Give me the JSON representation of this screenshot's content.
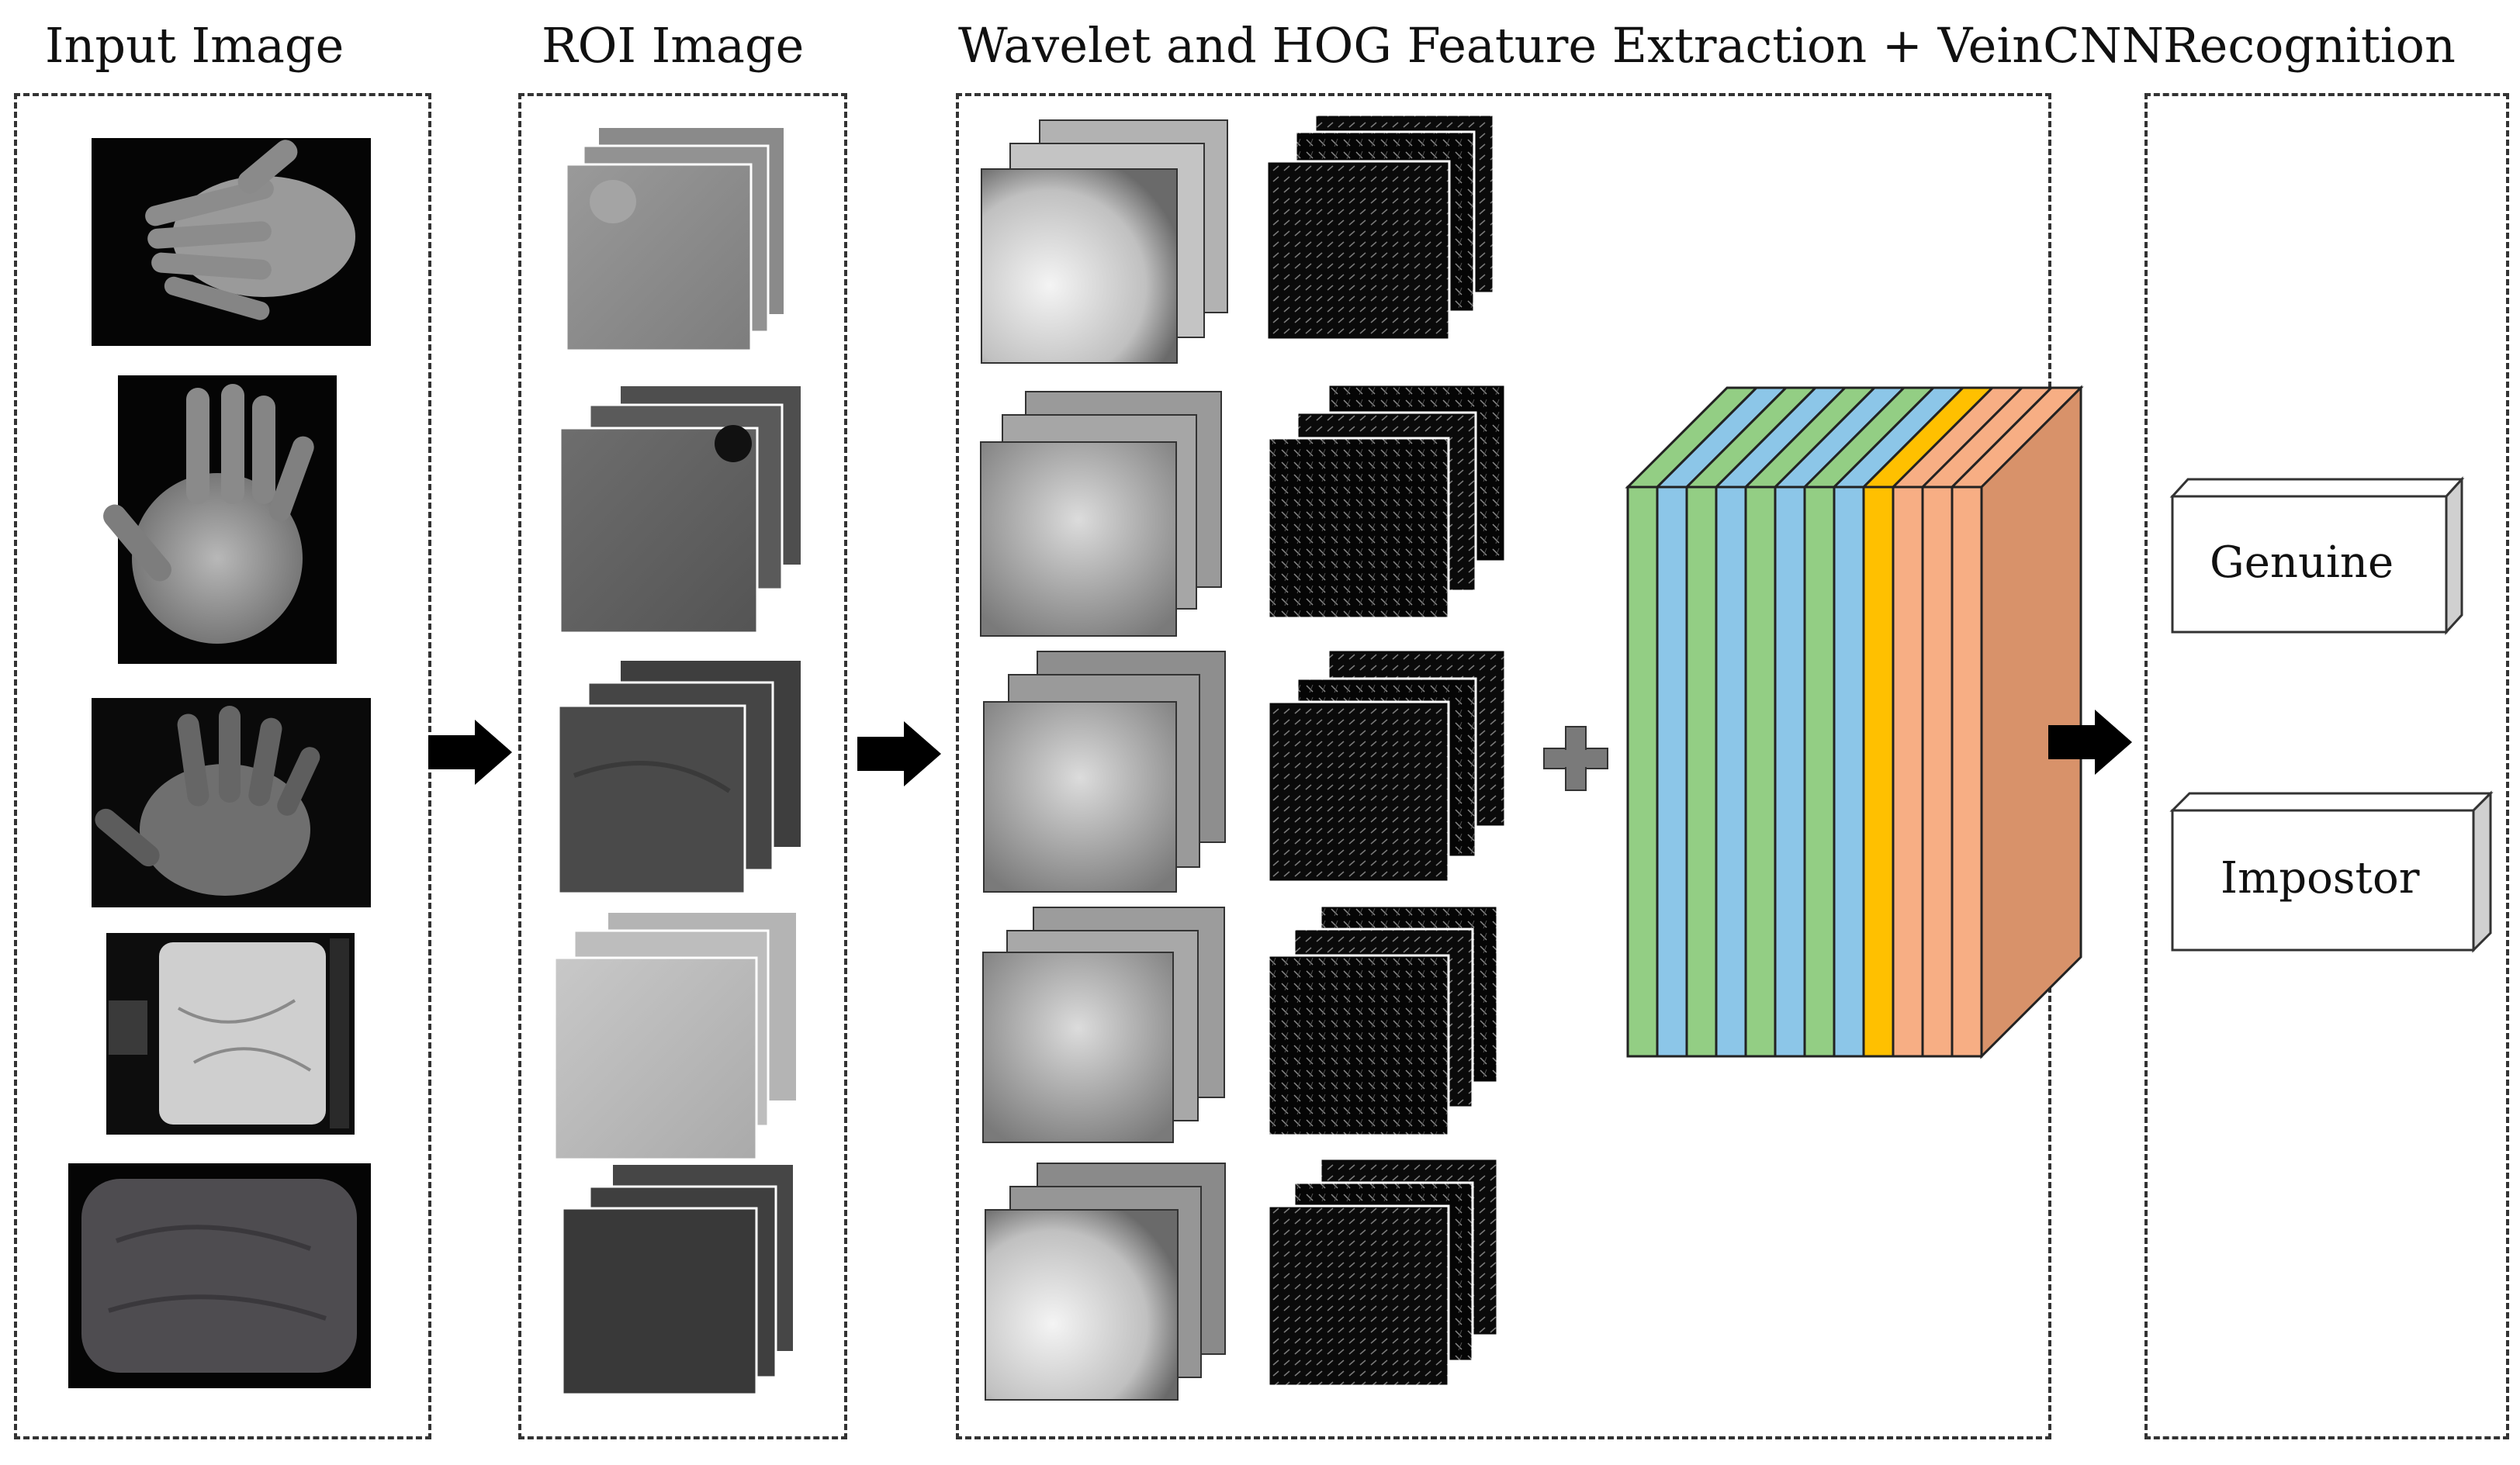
{
  "titles": {
    "input": "Input Image",
    "roi": "ROI Image",
    "features": "Wavelet and HOG Feature Extraction + VeinCNN",
    "recognition": "Recognition"
  },
  "outputs": {
    "genuine": "Genuine",
    "impostor": "Impostor"
  },
  "colors": {
    "green": "#93CE84",
    "blue": "#8CC6E8",
    "yellow": "#FFC000",
    "peach": "#F7AE84",
    "front_face": "#D8926A"
  },
  "cnn_layer_colors": [
    "green",
    "blue",
    "green",
    "blue",
    "green",
    "blue",
    "green",
    "blue",
    "yellow",
    "peach",
    "peach",
    "peach"
  ],
  "icons": {
    "arrow": "right-arrow-icon",
    "plus": "plus-icon"
  }
}
